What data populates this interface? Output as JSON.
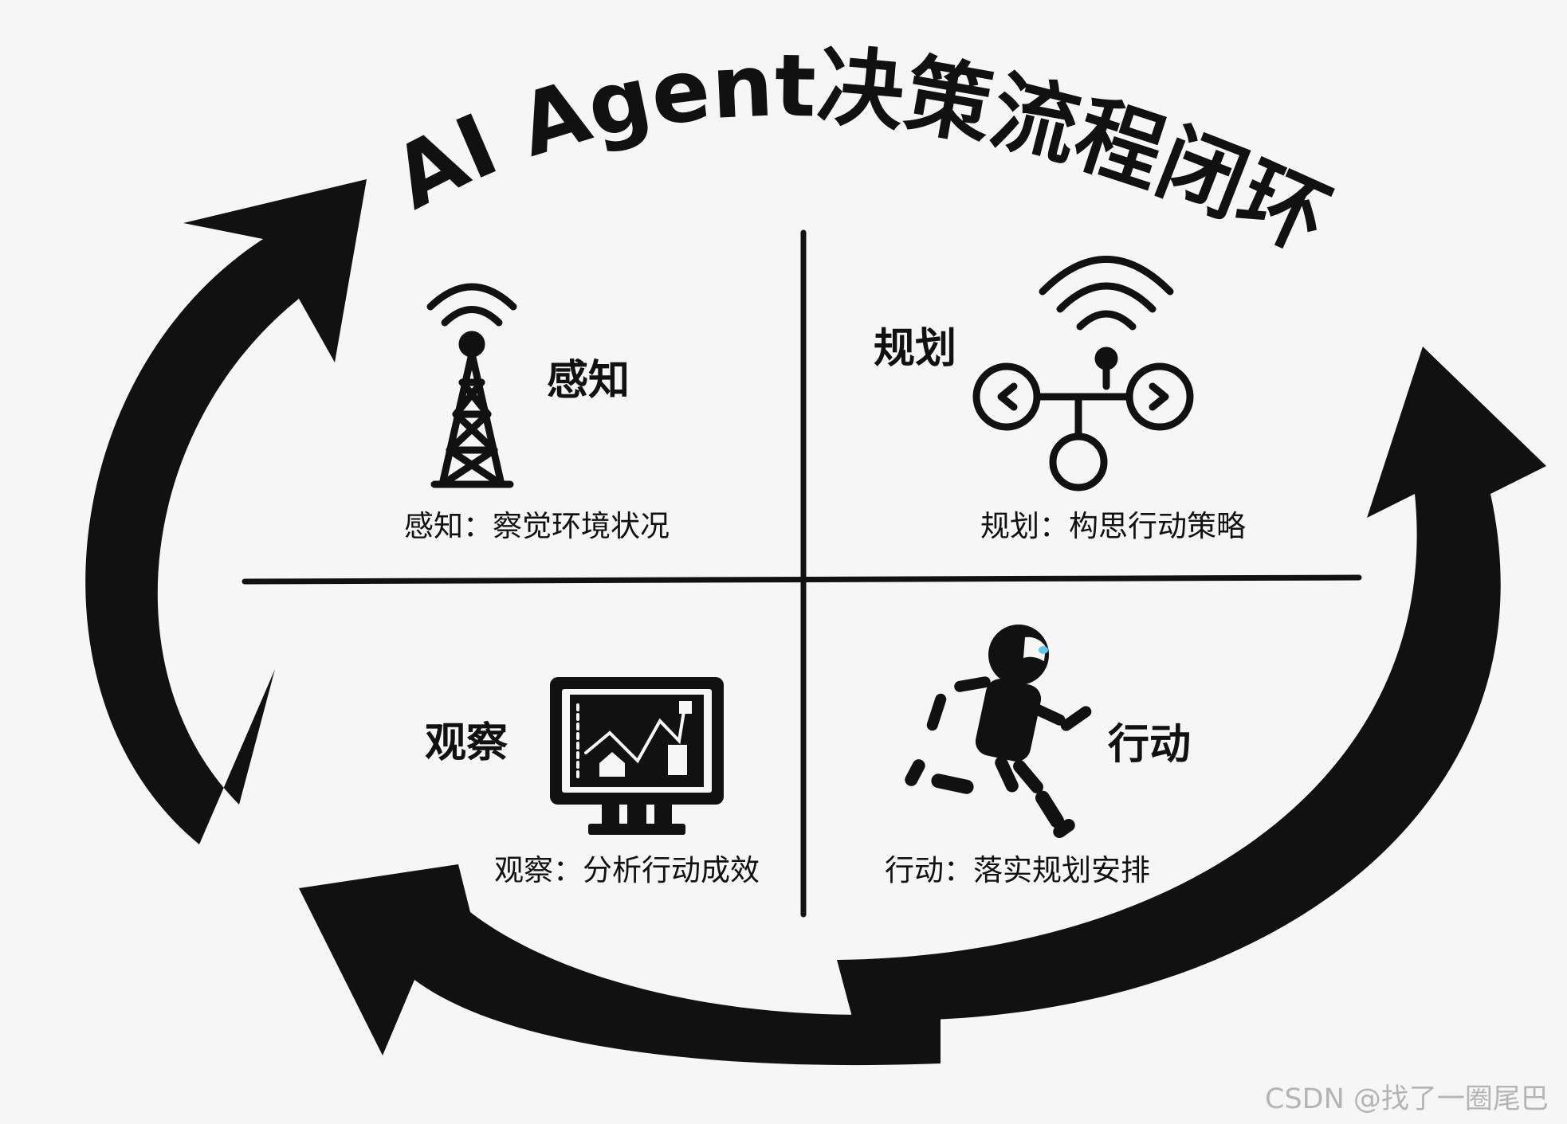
{
  "title": "AI Agent决策流程闭环",
  "quadrants": {
    "perception": {
      "label": "感知",
      "caption": "感知：察觉环境状况",
      "icon": "radio-tower-icon"
    },
    "planning": {
      "label": "规划",
      "caption": "规划：构思行动策略",
      "icon": "network-nodes-icon"
    },
    "observation": {
      "label": "观察",
      "caption": "观察：分析行动成效",
      "icon": "monitor-chart-icon"
    },
    "action": {
      "label": "行动",
      "caption": "行动：落实规划安排",
      "icon": "running-robot-icon"
    }
  },
  "watermark": "CSDN @找了一圈尾巴",
  "colors": {
    "ink": "#111111",
    "background": "#f6f6f6",
    "robot_eye": "#5ec8e8",
    "watermark": "#b4b4b4"
  }
}
